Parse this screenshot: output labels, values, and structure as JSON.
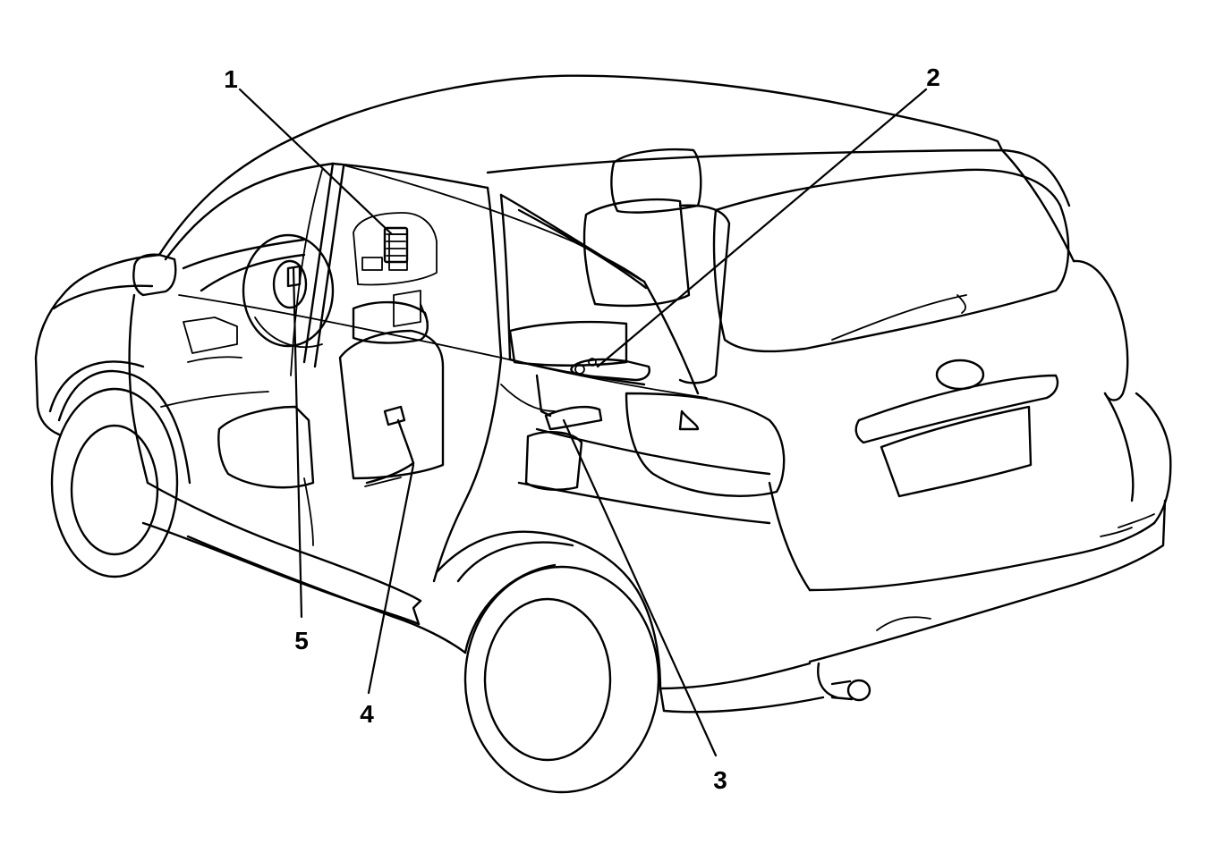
{
  "colors": {
    "line": "#000000",
    "background": "#ffffff"
  },
  "callouts": [
    {
      "number": "1"
    },
    {
      "number": "2"
    },
    {
      "number": "3"
    },
    {
      "number": "4"
    },
    {
      "number": "5"
    }
  ]
}
